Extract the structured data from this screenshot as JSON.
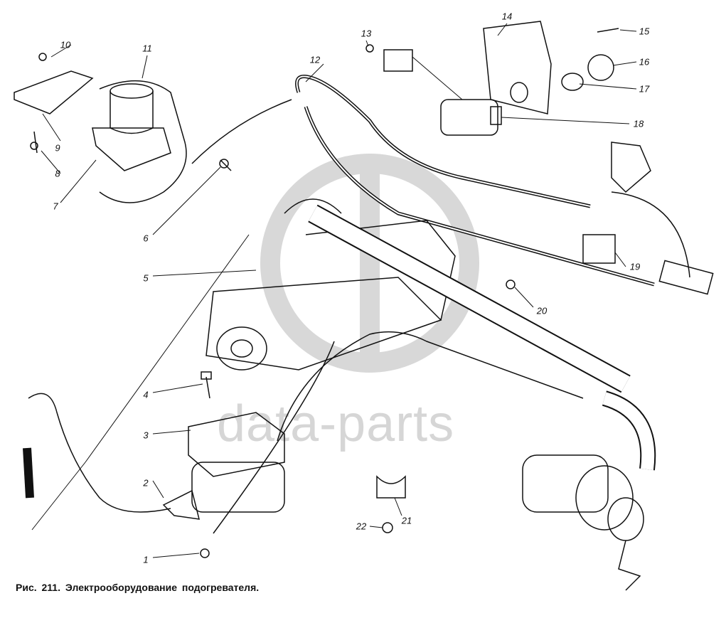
{
  "caption": "Рис. 211. Электрооборудование подогревателя.",
  "watermark": "data-parts",
  "callouts": {
    "c1": "1",
    "c2": "2",
    "c3": "3",
    "c4": "4",
    "c5": "5",
    "c6": "6",
    "c7": "7",
    "c8": "8",
    "c9": "9",
    "c10": "10",
    "c11": "11",
    "c12": "12",
    "c13": "13",
    "c14": "14",
    "c15": "15",
    "c16": "16",
    "c17": "17",
    "c18": "18",
    "c19": "19",
    "c20": "20",
    "c21": "21",
    "c22": "22"
  }
}
